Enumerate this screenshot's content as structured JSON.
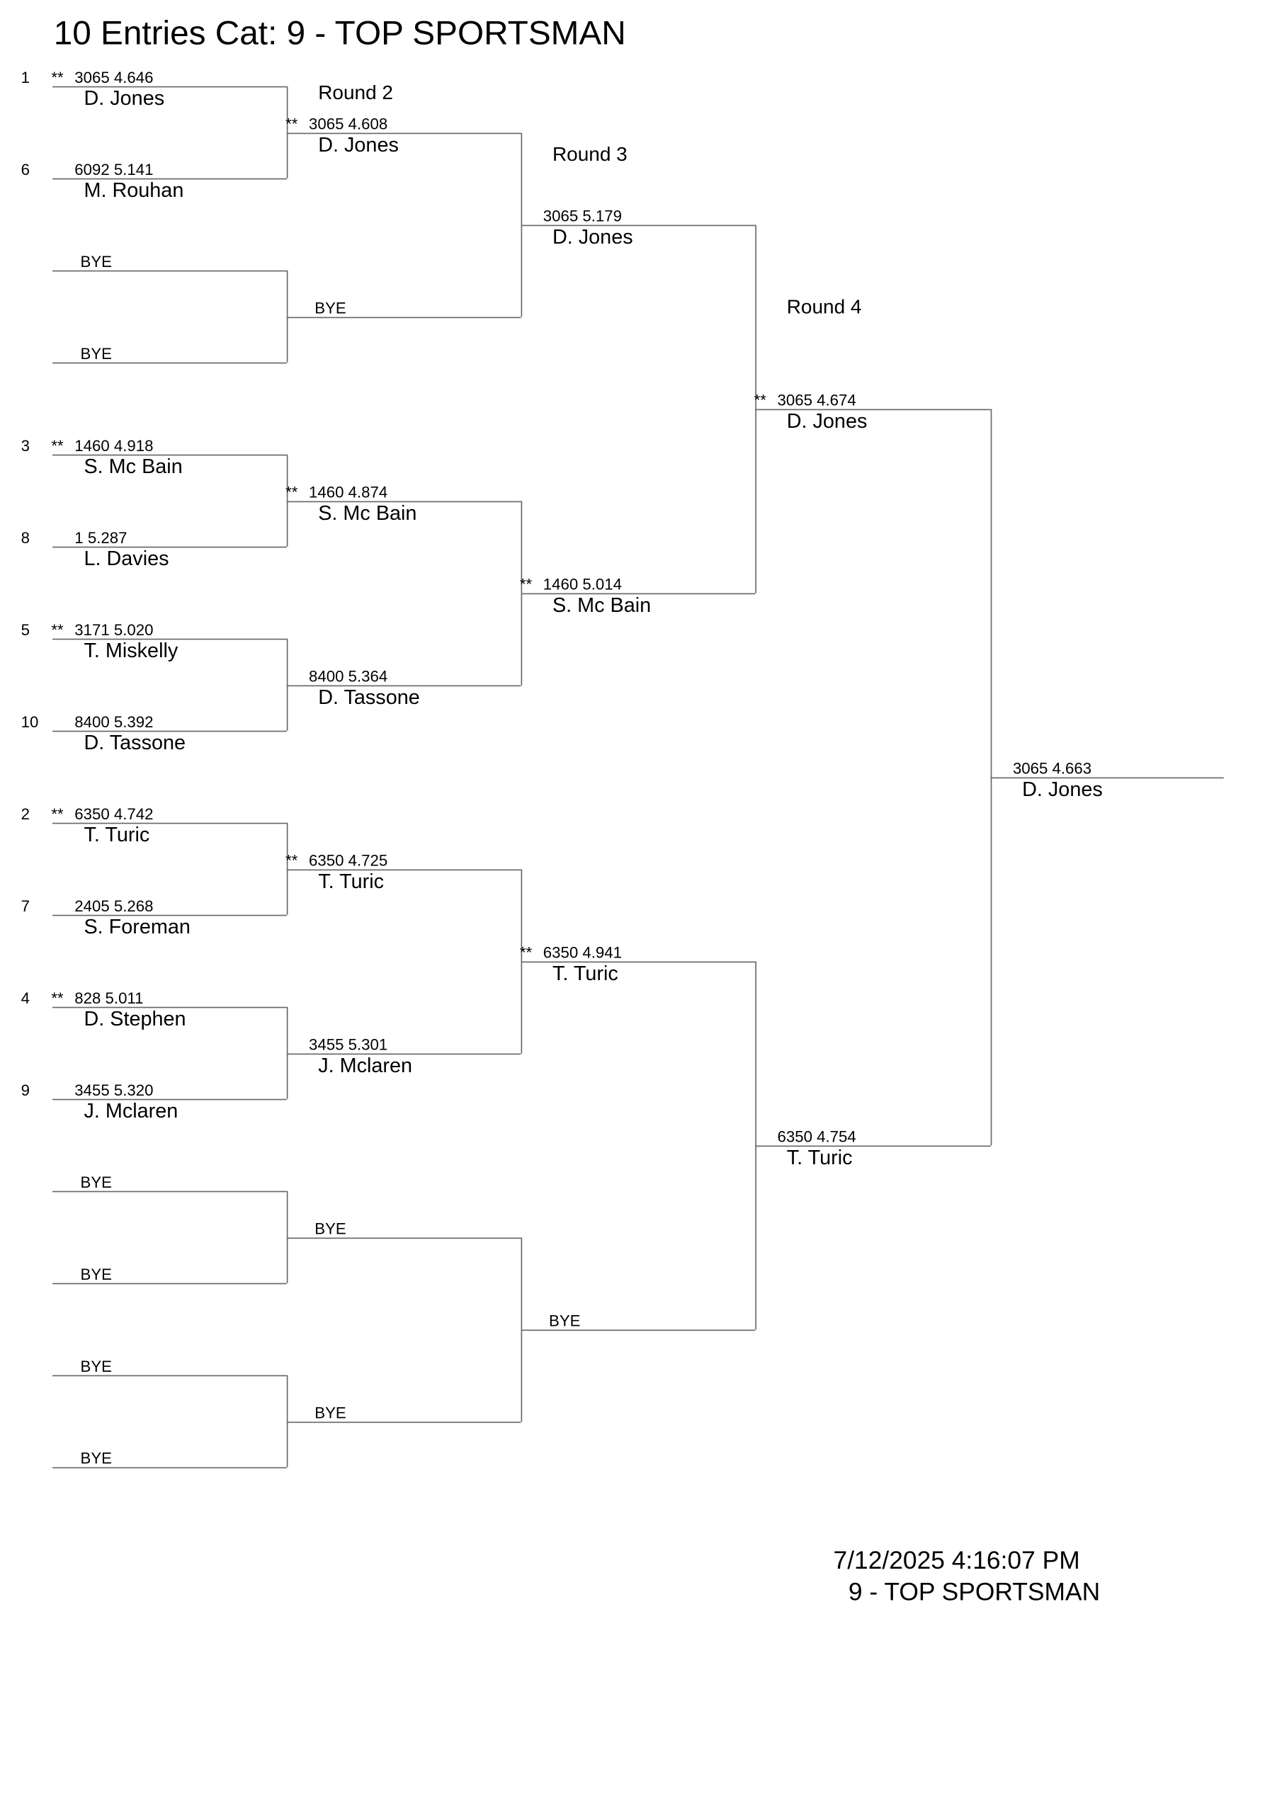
{
  "title": "10 Entries Cat:   9 - TOP SPORTSMAN",
  "round_labels": [
    "Round 2",
    "Round 3",
    "Round 4"
  ],
  "rounds": [
    [
      {
        "seed": "1",
        "star": "**",
        "time": "3065  4.646",
        "name": "D. Jones"
      },
      {
        "seed": "6",
        "star": "",
        "time": "6092  5.141",
        "name": "M. Rouhan"
      },
      {
        "seed": "",
        "star": "",
        "time": "BYE",
        "name": ""
      },
      {
        "seed": "",
        "star": "",
        "time": "BYE",
        "name": ""
      },
      {
        "seed": "3",
        "star": "**",
        "time": "1460  4.918",
        "name": "S. Mc Bain"
      },
      {
        "seed": "8",
        "star": "",
        "time": "1  5.287",
        "name": "L. Davies"
      },
      {
        "seed": "5",
        "star": "**",
        "time": "3171  5.020",
        "name": "T. Miskelly"
      },
      {
        "seed": "10",
        "star": "",
        "time": "8400  5.392",
        "name": "D. Tassone"
      },
      {
        "seed": "2",
        "star": "**",
        "time": "6350  4.742",
        "name": "T. Turic"
      },
      {
        "seed": "7",
        "star": "",
        "time": "2405  5.268",
        "name": "S. Foreman"
      },
      {
        "seed": "4",
        "star": "**",
        "time": "828  5.011",
        "name": "D. Stephen"
      },
      {
        "seed": "9",
        "star": "",
        "time": "3455  5.320",
        "name": "J. Mclaren"
      },
      {
        "seed": "",
        "star": "",
        "time": "BYE",
        "name": ""
      },
      {
        "seed": "",
        "star": "",
        "time": "BYE",
        "name": ""
      },
      {
        "seed": "",
        "star": "",
        "time": "BYE",
        "name": ""
      },
      {
        "seed": "",
        "star": "",
        "time": "BYE",
        "name": ""
      }
    ],
    [
      {
        "star": "**",
        "time": "3065  4.608",
        "name": "D. Jones"
      },
      {
        "star": "",
        "time": "BYE",
        "name": ""
      },
      {
        "star": "**",
        "time": "1460  4.874",
        "name": "S. Mc Bain"
      },
      {
        "star": "",
        "time": "8400  5.364",
        "name": "D. Tassone"
      },
      {
        "star": "**",
        "time": "6350  4.725",
        "name": "T. Turic"
      },
      {
        "star": "",
        "time": "3455  5.301",
        "name": "J. Mclaren"
      },
      {
        "star": "",
        "time": "BYE",
        "name": ""
      },
      {
        "star": "",
        "time": "BYE",
        "name": ""
      }
    ],
    [
      {
        "star": "",
        "time": "3065  5.179",
        "name": "D. Jones"
      },
      {
        "star": "**",
        "time": "1460  5.014",
        "name": "S. Mc Bain"
      },
      {
        "star": "**",
        "time": "6350  4.941",
        "name": "T. Turic"
      },
      {
        "star": "",
        "time": "BYE",
        "name": ""
      }
    ],
    [
      {
        "star": "**",
        "time": "3065  4.674",
        "name": "D. Jones"
      },
      {
        "star": "",
        "time": "6350  4.754",
        "name": "T. Turic"
      }
    ],
    [
      {
        "star": "",
        "time": "3065  4.663",
        "name": "D. Jones"
      }
    ]
  ],
  "footer": {
    "timestamp": "7/12/2025 4:16:07 PM",
    "category": "9 - TOP SPORTSMAN"
  }
}
